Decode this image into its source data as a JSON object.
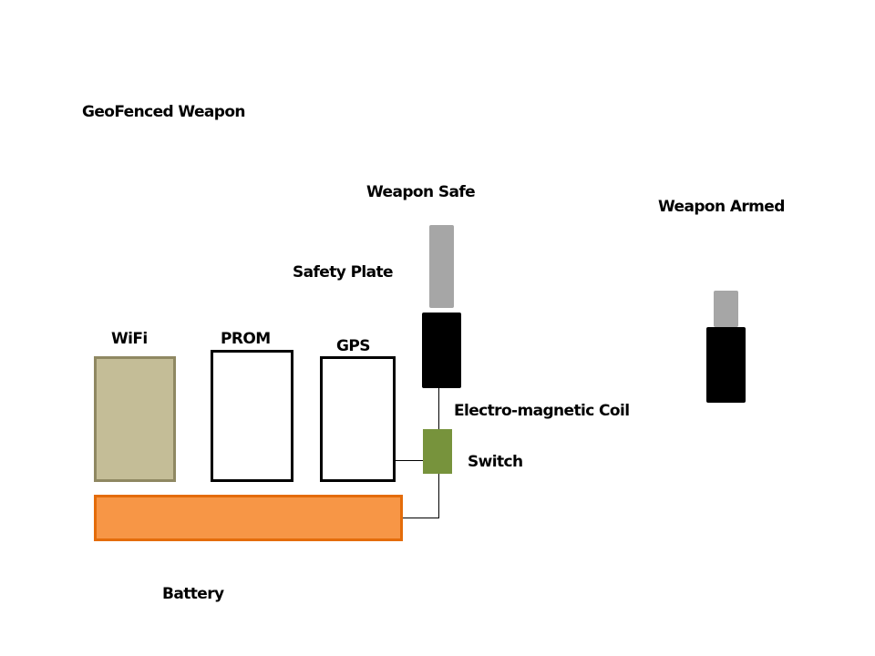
{
  "title": "GeoFenced Weapon",
  "states": {
    "safe_label": "Weapon Safe",
    "armed_label": "Weapon Armed"
  },
  "components": {
    "safety_plate": "Safety Plate",
    "wifi": "WiFi",
    "prom": "PROM",
    "gps": "GPS",
    "coil": "Electro-magnetic Coil",
    "switch": "Switch",
    "battery": "Battery"
  },
  "colors": {
    "wifi_fill": "#c4bd97",
    "battery_fill": "#f79646",
    "switch_fill": "#77933c",
    "plate_fill": "#a6a6a6",
    "coil_fill": "#000000"
  }
}
